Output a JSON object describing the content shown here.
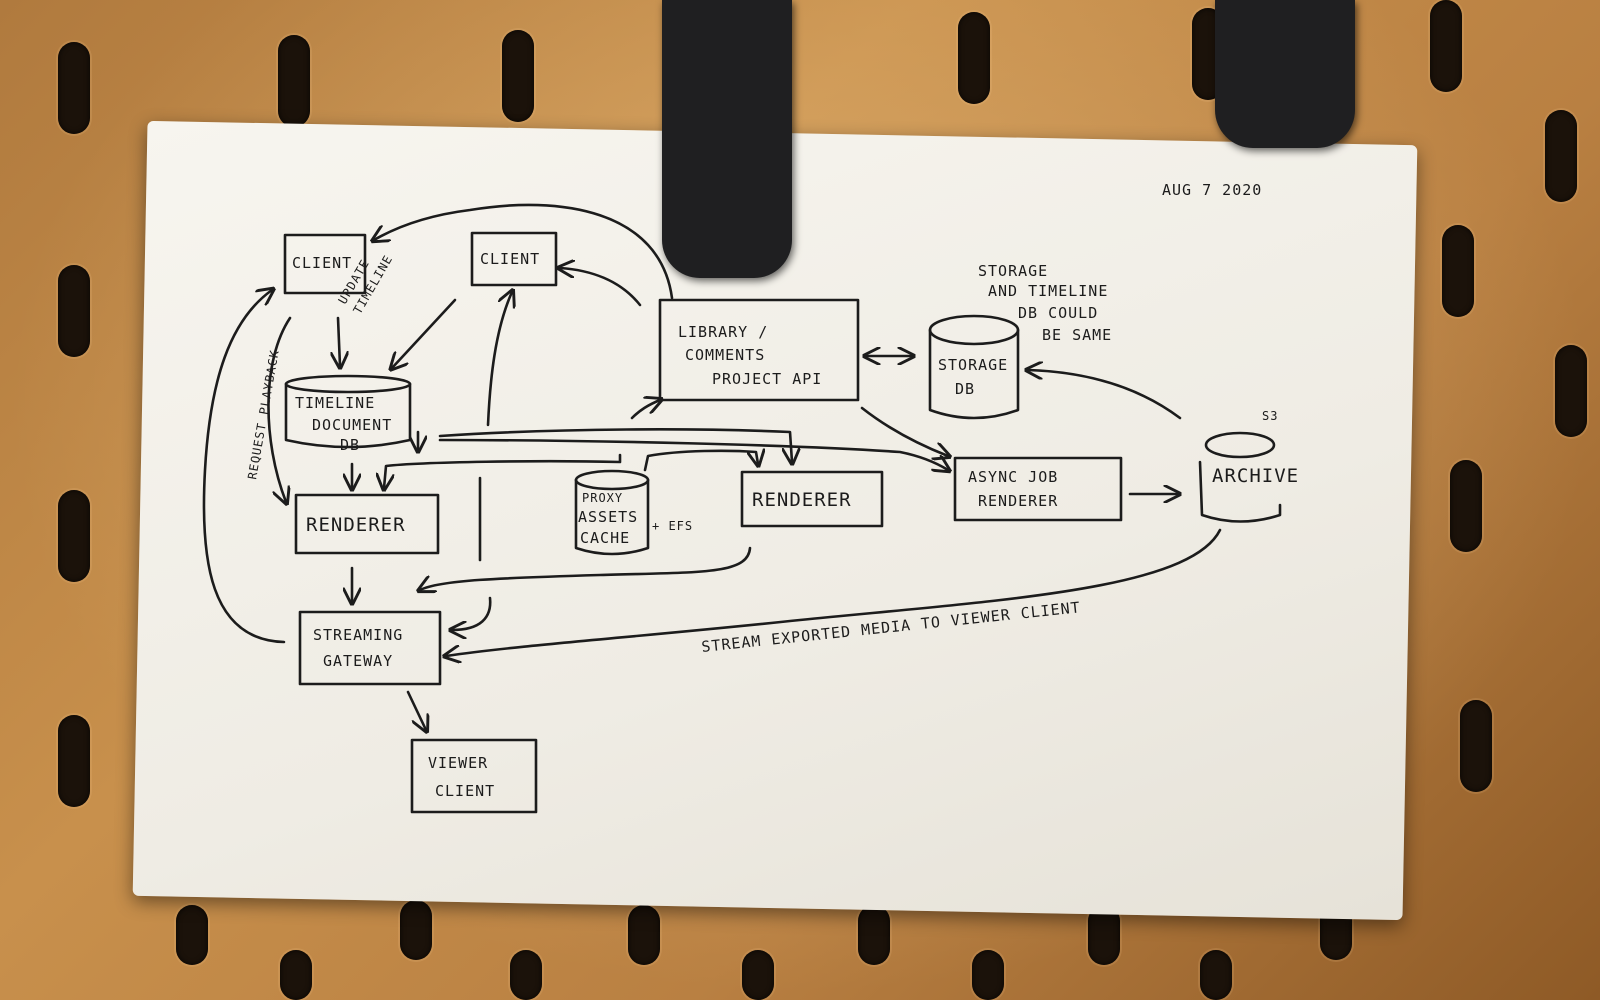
{
  "date": "AUG 7 2020",
  "note": [
    "STORAGE",
    "AND TIMELINE",
    "DB COULD",
    "BE SAME"
  ],
  "nodes": {
    "client_left": "CLIENT",
    "client_mid": "CLIENT",
    "library_api": [
      "LIBRARY /",
      "COMMENTS",
      "PROJECT API"
    ],
    "storage_db": [
      "STORAGE",
      "DB"
    ],
    "timeline_db": [
      "TIMELINE",
      "DOCUMENT",
      "DB"
    ],
    "renderer_left": "RENDERER",
    "proxy_cache": [
      "PROXY",
      "ASSETS",
      "CACHE"
    ],
    "efs": "+ EFS",
    "renderer_mid": "RENDERER",
    "async_renderer": [
      "ASYNC JOB",
      "RENDERER"
    ],
    "archive": "ARCHIVE",
    "s3": "S3",
    "streaming_gateway": [
      "STREAMING",
      "GATEWAY"
    ],
    "viewer_client": [
      "VIEWER",
      "CLIENT"
    ]
  },
  "edge_labels": {
    "update_timeline": [
      "UPDATE",
      "TIMELINE"
    ],
    "request_playback": "REQUEST PLAYBACK",
    "stream_exported": "STREAM EXPORTED MEDIA TO VIEWER CLIENT"
  }
}
